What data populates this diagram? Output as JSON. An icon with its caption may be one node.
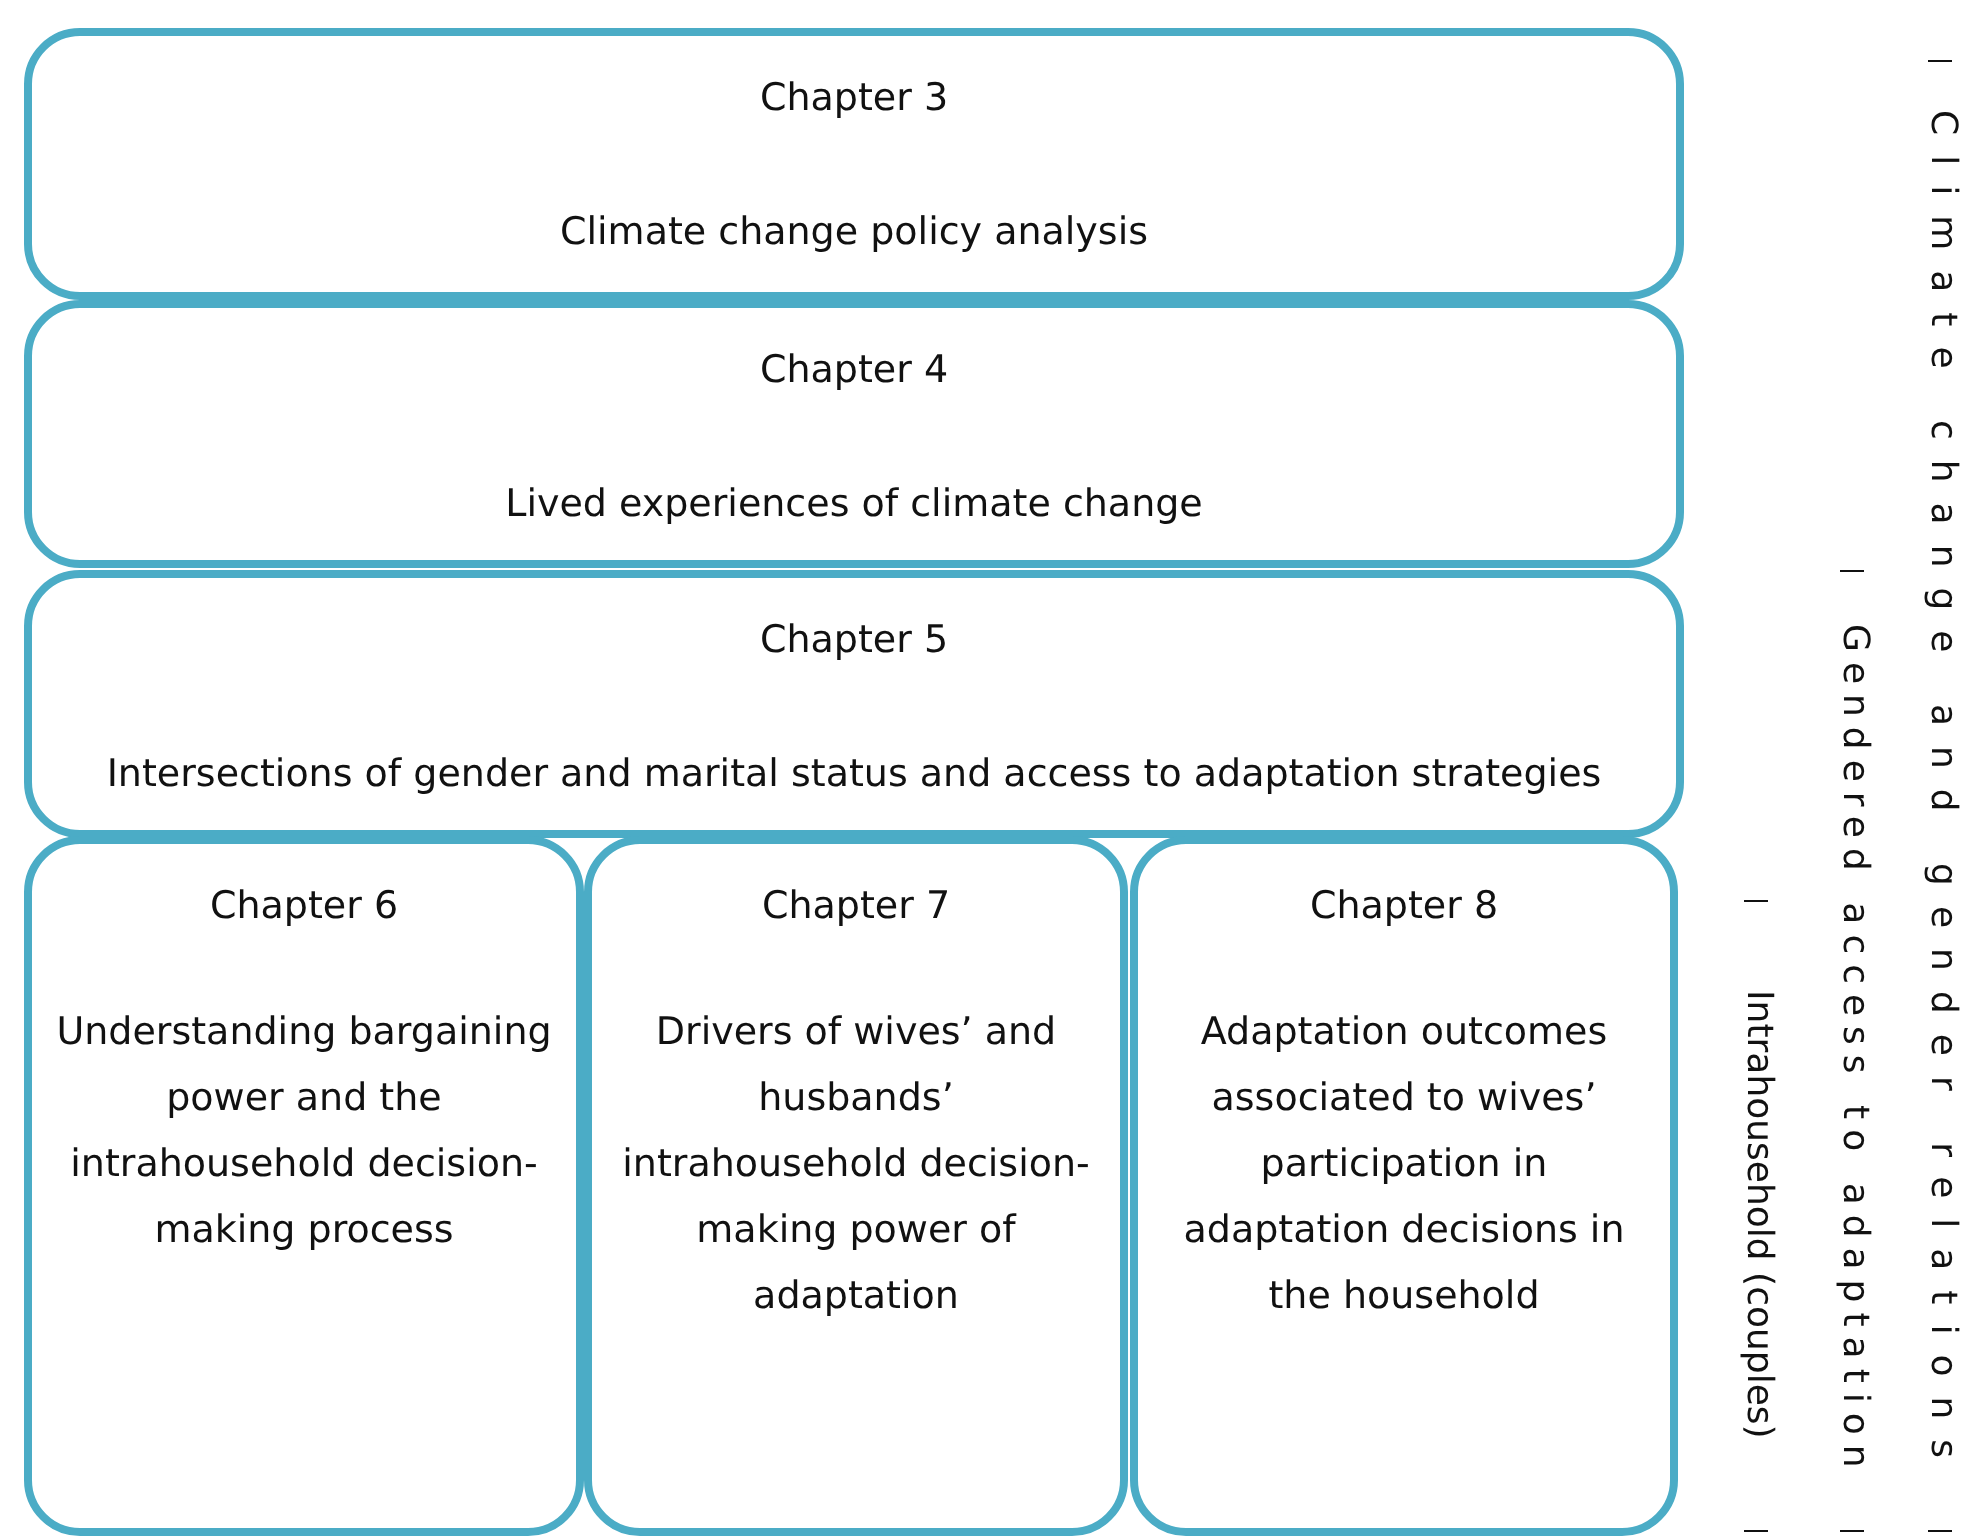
{
  "diagram": {
    "nodes": [
      {
        "text": [
          "Chapter 3",
          "Climate change policy analysis"
        ]
      },
      {
        "text": [
          "Chapter 4",
          "Lived experiences of climate change"
        ]
      },
      {
        "text": [
          "Chapter 5",
          "Intersections of gender and marital status and access to adaptation strategies"
        ]
      },
      {
        "text": [
          "Chapter 6",
          "Understanding bargaining power and the intrahousehold decision-making process"
        ]
      },
      {
        "text": [
          "Chapter 7",
          "Drivers of wives’ and husbands’ intrahousehold decision-making power of adaptation"
        ]
      },
      {
        "text": [
          "Chapter 8",
          "Adaptation outcomes associated to wives’ participation in adaptation decisions in the household"
        ]
      }
    ],
    "labels": [
      "Climate change and gender relations",
      "Gendered access to adaptation",
      "Intrahousehold (couples)"
    ]
  }
}
